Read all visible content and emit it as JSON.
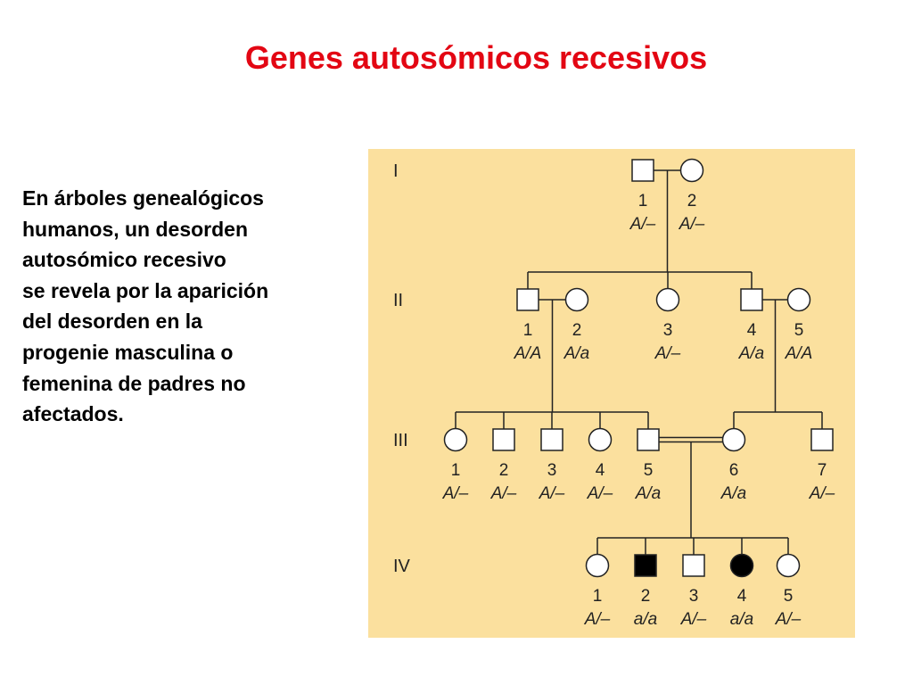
{
  "title": "Genes autosómicos recesivos",
  "description_lines": [
    "En árboles genealógicos",
    "humanos, un desorden",
    "autosómico recesivo",
    "se revela por la aparición",
    "del desorden en la",
    "progenie masculina o",
    "femenina de padres no",
    "afectados."
  ],
  "pedigree": {
    "background_color": "#fbe09e",
    "affected_color": "#000000",
    "generations": [
      {
        "label": "I",
        "individuals": [
          {
            "id": "I-1",
            "sex": "male",
            "number": "1",
            "genotype": "A/–",
            "affected": false
          },
          {
            "id": "I-2",
            "sex": "female",
            "number": "2",
            "genotype": "A/–",
            "affected": false
          }
        ]
      },
      {
        "label": "II",
        "individuals": [
          {
            "id": "II-1",
            "sex": "male",
            "number": "1",
            "genotype": "A/A",
            "affected": false
          },
          {
            "id": "II-2",
            "sex": "female",
            "number": "2",
            "genotype": "A/a",
            "affected": false
          },
          {
            "id": "II-3",
            "sex": "female",
            "number": "3",
            "genotype": "A/–",
            "affected": false
          },
          {
            "id": "II-4",
            "sex": "male",
            "number": "4",
            "genotype": "A/a",
            "affected": false
          },
          {
            "id": "II-5",
            "sex": "female",
            "number": "5",
            "genotype": "A/A",
            "affected": false
          }
        ]
      },
      {
        "label": "III",
        "individuals": [
          {
            "id": "III-1",
            "sex": "female",
            "number": "1",
            "genotype": "A/–",
            "affected": false
          },
          {
            "id": "III-2",
            "sex": "male",
            "number": "2",
            "genotype": "A/–",
            "affected": false
          },
          {
            "id": "III-3",
            "sex": "male",
            "number": "3",
            "genotype": "A/–",
            "affected": false
          },
          {
            "id": "III-4",
            "sex": "female",
            "number": "4",
            "genotype": "A/–",
            "affected": false
          },
          {
            "id": "III-5",
            "sex": "male",
            "number": "5",
            "genotype": "A/a",
            "affected": false
          },
          {
            "id": "III-6",
            "sex": "female",
            "number": "6",
            "genotype": "A/a",
            "affected": false
          },
          {
            "id": "III-7",
            "sex": "male",
            "number": "7",
            "genotype": "A/–",
            "affected": false
          }
        ]
      },
      {
        "label": "IV",
        "individuals": [
          {
            "id": "IV-1",
            "sex": "female",
            "number": "1",
            "genotype": "A/–",
            "affected": false
          },
          {
            "id": "IV-2",
            "sex": "male",
            "number": "2",
            "genotype": "a/a",
            "affected": true
          },
          {
            "id": "IV-3",
            "sex": "male",
            "number": "3",
            "genotype": "A/–",
            "affected": false
          },
          {
            "id": "IV-4",
            "sex": "female",
            "number": "4",
            "genotype": "a/a",
            "affected": true
          },
          {
            "id": "IV-5",
            "sex": "female",
            "number": "5",
            "genotype": "A/–",
            "affected": false
          }
        ]
      }
    ],
    "matings": [
      {
        "partners": [
          "I-1",
          "I-2"
        ],
        "consanguineous": false,
        "children": [
          "II-1",
          "II-3",
          "II-4"
        ]
      },
      {
        "partners": [
          "II-1",
          "II-2"
        ],
        "consanguineous": false,
        "children": [
          "III-1",
          "III-2",
          "III-3",
          "III-4",
          "III-5"
        ]
      },
      {
        "partners": [
          "II-4",
          "II-5"
        ],
        "consanguineous": false,
        "children": [
          "III-6",
          "III-7"
        ]
      },
      {
        "partners": [
          "III-5",
          "III-6"
        ],
        "consanguineous": true,
        "children": [
          "IV-1",
          "IV-2",
          "IV-3",
          "IV-4",
          "IV-5"
        ]
      }
    ]
  }
}
